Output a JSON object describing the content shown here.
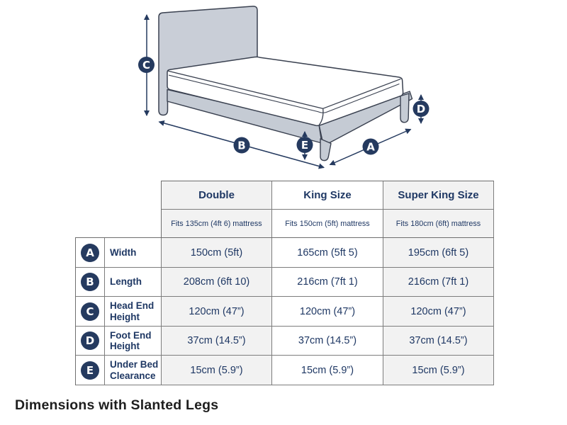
{
  "caption": "Dimensions with Slanted Legs",
  "diagram": {
    "badge_a": "A",
    "badge_b": "B",
    "badge_c": "C",
    "badge_d": "D",
    "badge_e": "E"
  },
  "table": {
    "columns": [
      {
        "name": "Double",
        "subtitle": "Fits 135cm (4ft 6) mattress"
      },
      {
        "name": "King Size",
        "subtitle": "Fits 150cm (5ft) mattress"
      },
      {
        "name": "Super King Size",
        "subtitle": "Fits 180cm (6ft) mattress"
      }
    ],
    "rows": [
      {
        "badge": "A",
        "label": "Width",
        "values": [
          "150cm (5ft)",
          "165cm (5ft 5)",
          "195cm (6ft 5)"
        ]
      },
      {
        "badge": "B",
        "label": "Length",
        "values": [
          "208cm (6ft 10)",
          "216cm (7ft 1)",
          "216cm (7ft 1)"
        ]
      },
      {
        "badge": "C",
        "label": "Head End Height",
        "values": [
          "120cm (47”)",
          "120cm (47”)",
          "120cm (47”)"
        ]
      },
      {
        "badge": "D",
        "label": "Foot End Height",
        "values": [
          "37cm (14.5”)",
          "37cm (14.5”)",
          "37cm (14.5”)"
        ]
      },
      {
        "badge": "E",
        "label": "Under Bed Clearance",
        "values": [
          "15cm (5.9”)",
          "15cm (5.9”)",
          "15cm (5.9”)"
        ]
      }
    ]
  },
  "colors": {
    "badge_navy": "#253a5f",
    "table_text": "#1f3864",
    "bed_fill": "#c9ced7",
    "bed_outline": "#3a4150",
    "table_border": "#7d7d7d",
    "cell_gray": "#f2f2f2"
  }
}
